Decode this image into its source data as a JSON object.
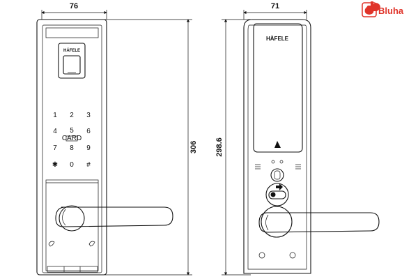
{
  "dimensions": {
    "front_width": "76",
    "side_width": "71",
    "front_height": "306",
    "side_height": "298.6"
  },
  "front": {
    "brand": "HÄFELE",
    "card_label": "CARD",
    "keypad": [
      "1",
      "2",
      "3",
      "4",
      "5",
      "6",
      "7",
      "8",
      "9",
      "✱",
      "0",
      "#"
    ]
  },
  "back": {
    "brand": "HÄFELE"
  },
  "watermark": {
    "text": "Bluha",
    "colors": {
      "accent": "#e0342a"
    }
  }
}
